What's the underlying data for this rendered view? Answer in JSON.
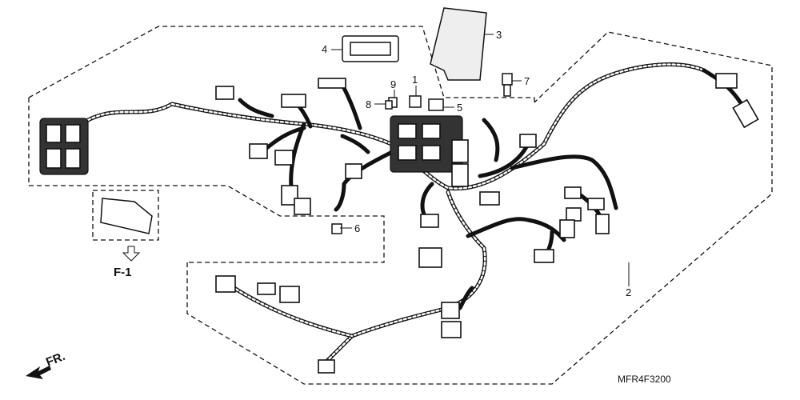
{
  "diagram": {
    "callouts": [
      {
        "id": "c1",
        "label": "1"
      },
      {
        "id": "c2",
        "label": "2"
      },
      {
        "id": "c3",
        "label": "3"
      },
      {
        "id": "c4",
        "label": "4"
      },
      {
        "id": "c5",
        "label": "5"
      },
      {
        "id": "c6",
        "label": "6"
      },
      {
        "id": "c7",
        "label": "7"
      },
      {
        "id": "c8",
        "label": "8"
      },
      {
        "id": "c9",
        "label": "9"
      }
    ],
    "ref_label": "F-1",
    "front_label": "FR.",
    "drawing_code": "MFR4F3200"
  }
}
